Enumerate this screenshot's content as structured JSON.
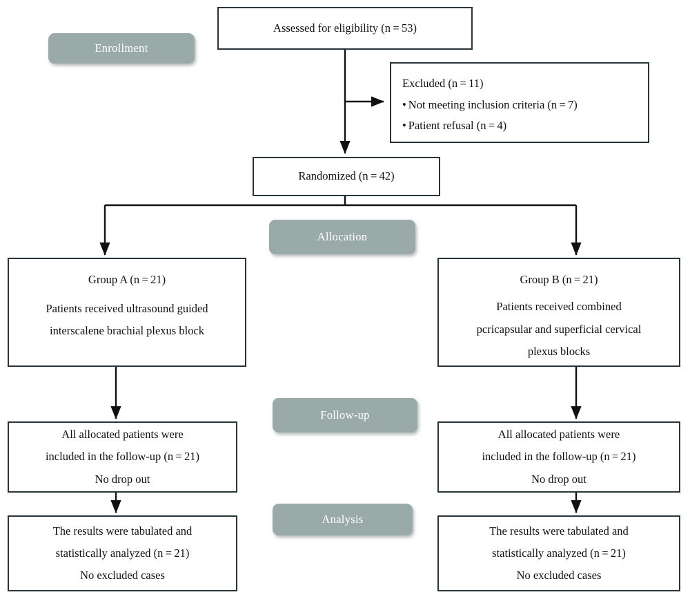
{
  "diagram": {
    "title": "CONSORT participant flow diagram",
    "colors": {
      "stage_badge_fill": "#9aaaa8",
      "stage_badge_text": "#ffffff",
      "box_border": "#27353a",
      "box_fill": "#ffffff",
      "connector": "#111111",
      "page_background": "#ffffff"
    }
  },
  "stages": [
    {
      "id": "enrollment",
      "label": "Enrollment"
    },
    {
      "id": "allocation",
      "label": "Allocation"
    },
    {
      "id": "followup",
      "label": "Follow-up"
    },
    {
      "id": "analysis",
      "label": "Analysis"
    }
  ],
  "nodes": {
    "assessed": {
      "lines": [
        "Assessed for eligibility (n = 53)"
      ]
    },
    "excluded": {
      "heading": "Excluded (n = 11)",
      "bullets": [
        "Not meeting inclusion criteria (n = 7)",
        "Patient refusal (n = 4)"
      ]
    },
    "randomized": {
      "lines": [
        "Randomized (n = 42)"
      ]
    },
    "group_a_allocation": {
      "title": "Group A (n = 21)",
      "lines": [
        "Patients received ultrasound guided",
        "interscalene brachial plexus block"
      ]
    },
    "group_b_allocation": {
      "title": "Group B (n = 21)",
      "lines": [
        "Patients received combined",
        "pcricapsular and superficial cervical",
        "plexus blocks"
      ]
    },
    "group_a_followup": {
      "lines": [
        "All allocated patients were",
        "included in the follow-up (n = 21)",
        "No drop out"
      ]
    },
    "group_b_followup": {
      "lines": [
        "All allocated patients were",
        "included in the follow-up (n = 21)",
        "No drop out"
      ]
    },
    "group_a_analysis": {
      "lines": [
        "The results were tabulated and",
        "statistically analyzed (n = 21)",
        "No excluded cases"
      ]
    },
    "group_b_analysis": {
      "lines": [
        "The results were tabulated and",
        "statistically analyzed (n = 21)",
        "No excluded cases"
      ]
    }
  },
  "chart_data": {
    "type": "diagram",
    "title": "CONSORT participant flow diagram",
    "stages": [
      "Enrollment",
      "Allocation",
      "Follow-up",
      "Analysis"
    ],
    "counts": {
      "assessed_for_eligibility": 53,
      "excluded_total": 11,
      "excluded_not_meeting_inclusion_criteria": 7,
      "excluded_patient_refusal": 4,
      "randomized": 42,
      "group_a_allocated": 21,
      "group_b_allocated": 21,
      "group_a_followed_up": 21,
      "group_b_followed_up": 21,
      "group_a_analyzed": 21,
      "group_b_analyzed": 21,
      "group_a_dropouts": 0,
      "group_b_dropouts": 0,
      "group_a_excluded_from_analysis": 0,
      "group_b_excluded_from_analysis": 0
    },
    "arms": [
      {
        "name": "Group A",
        "intervention": "Patients received ultrasound guided interscalene brachial plexus block",
        "allocated": 21,
        "followed_up": 21,
        "analyzed": 21
      },
      {
        "name": "Group B",
        "intervention": "Patients received combined pcricapsular and superficial cervical plexus blocks",
        "allocated": 21,
        "followed_up": 21,
        "analyzed": 21
      }
    ],
    "edges": [
      {
        "from": "assessed",
        "to": "randomized"
      },
      {
        "from": "assessed",
        "to": "excluded"
      },
      {
        "from": "randomized",
        "to": "group_a_allocation"
      },
      {
        "from": "randomized",
        "to": "group_b_allocation"
      },
      {
        "from": "group_a_allocation",
        "to": "group_a_followup"
      },
      {
        "from": "group_b_allocation",
        "to": "group_b_followup"
      },
      {
        "from": "group_a_followup",
        "to": "group_a_analysis"
      },
      {
        "from": "group_b_followup",
        "to": "group_b_analysis"
      }
    ]
  }
}
